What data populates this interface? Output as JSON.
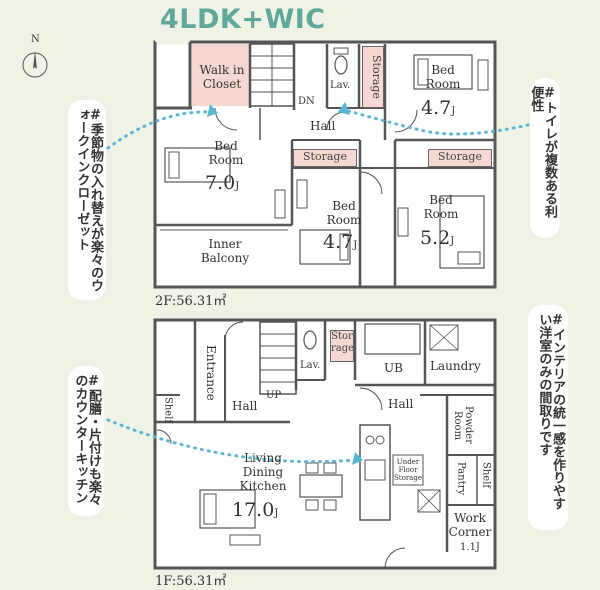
{
  "title": "4LDK+WIC",
  "compass_label": "N",
  "floor2": {
    "area": "2F:56.31㎡",
    "rooms": {
      "wic": "Walk in\nCloset",
      "dn": "DN",
      "lav": "Lav.",
      "storage_v": "Storage",
      "hall": "Hall",
      "bed_ne_label": "Bed\nRoom",
      "bed_ne_size": "4.7",
      "bed_w_label": "Bed\nRoom",
      "bed_w_size": "7.0",
      "storage_c": "Storage",
      "storage_e": "Storage",
      "bed_c_label": "Bed\nRoom",
      "bed_c_size": "4.7",
      "bed_e_label": "Bed\nRoom",
      "bed_e_size": "5.2",
      "inner_balcony": "Inner\nBalcony",
      "j": "J"
    }
  },
  "floor1": {
    "area": "1F:56.31㎡",
    "rooms": {
      "entrance": "Entrance",
      "shelf_l": "Shelf",
      "hall_l": "Hall",
      "up": "UP",
      "lav": "Lav.",
      "storage": "Stor\nrage",
      "ub": "UB",
      "laundry": "Laundry",
      "hall_r": "Hall",
      "powder": "Powder\nRoom",
      "ldk_label": "Living\nDining\nKitchen",
      "ldk_size": "17.0",
      "under_floor": "Under\nFloor\nStorage",
      "pantry": "Pantry",
      "shelf_r": "Shelf",
      "work": "Work\nCorner",
      "work_size": "1.1J",
      "j": "J"
    }
  },
  "callouts": {
    "wic_note": "#季節物の入れ替えが楽々のウォークインクローゼット",
    "toilet_note": "#トイレが複数ある利便性",
    "kitchen_note": "#配膳・片付けも楽々のカウンターキッチン",
    "interior_note": "#インテリアの統一感を作りやすい洋室のみの間取りです"
  },
  "colors": {
    "title": "#5fa89a",
    "background": "#eef3e6",
    "accent_pink": "#f6d8d2",
    "dotted_line": "#5bb6d6",
    "wall": "#555555"
  }
}
